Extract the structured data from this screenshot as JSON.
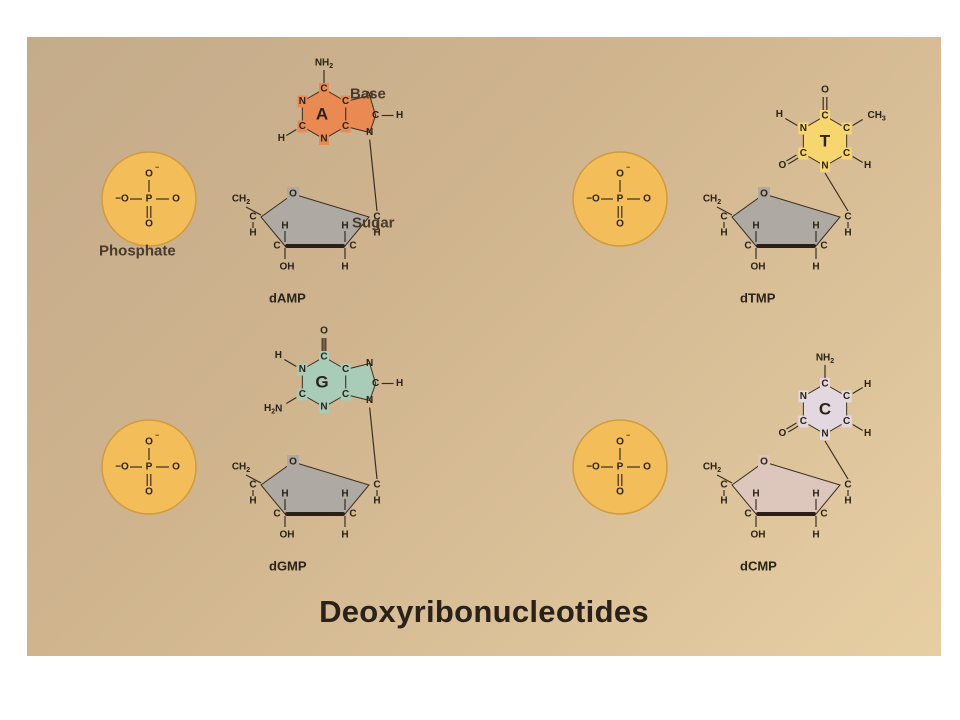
{
  "title": "Deoxyribonucleotides",
  "labels": {
    "base": "Base",
    "sugar": "Sugar",
    "phosphate": "Phosphate"
  },
  "atoms": {
    "O": "O",
    "O_minus": "−O",
    "P": "P",
    "C": "C",
    "N": "N",
    "H": "H",
    "OH": "OH",
    "CH2": "CH",
    "CH3": "CH",
    "NH2": "NH",
    "H2N": "H",
    "N_of_H2N": "N",
    "sub2": "2",
    "sub3": "3",
    "minus": "−"
  },
  "nucleotides": [
    {
      "name": "dAMP",
      "base_letter": "A",
      "base_color": "#e98a52"
    },
    {
      "name": "dTMP",
      "base_letter": "T",
      "base_color": "#f7d670"
    },
    {
      "name": "dGMP",
      "base_letter": "G",
      "base_color": "#a9ccb8"
    },
    {
      "name": "dCMP",
      "base_letter": "C",
      "base_color": "#e3d8df"
    }
  ],
  "colors": {
    "phosphate": "#f3bd5a",
    "sugar": "#aea9a2",
    "sugar_dcmp": "#ddc6bc"
  }
}
